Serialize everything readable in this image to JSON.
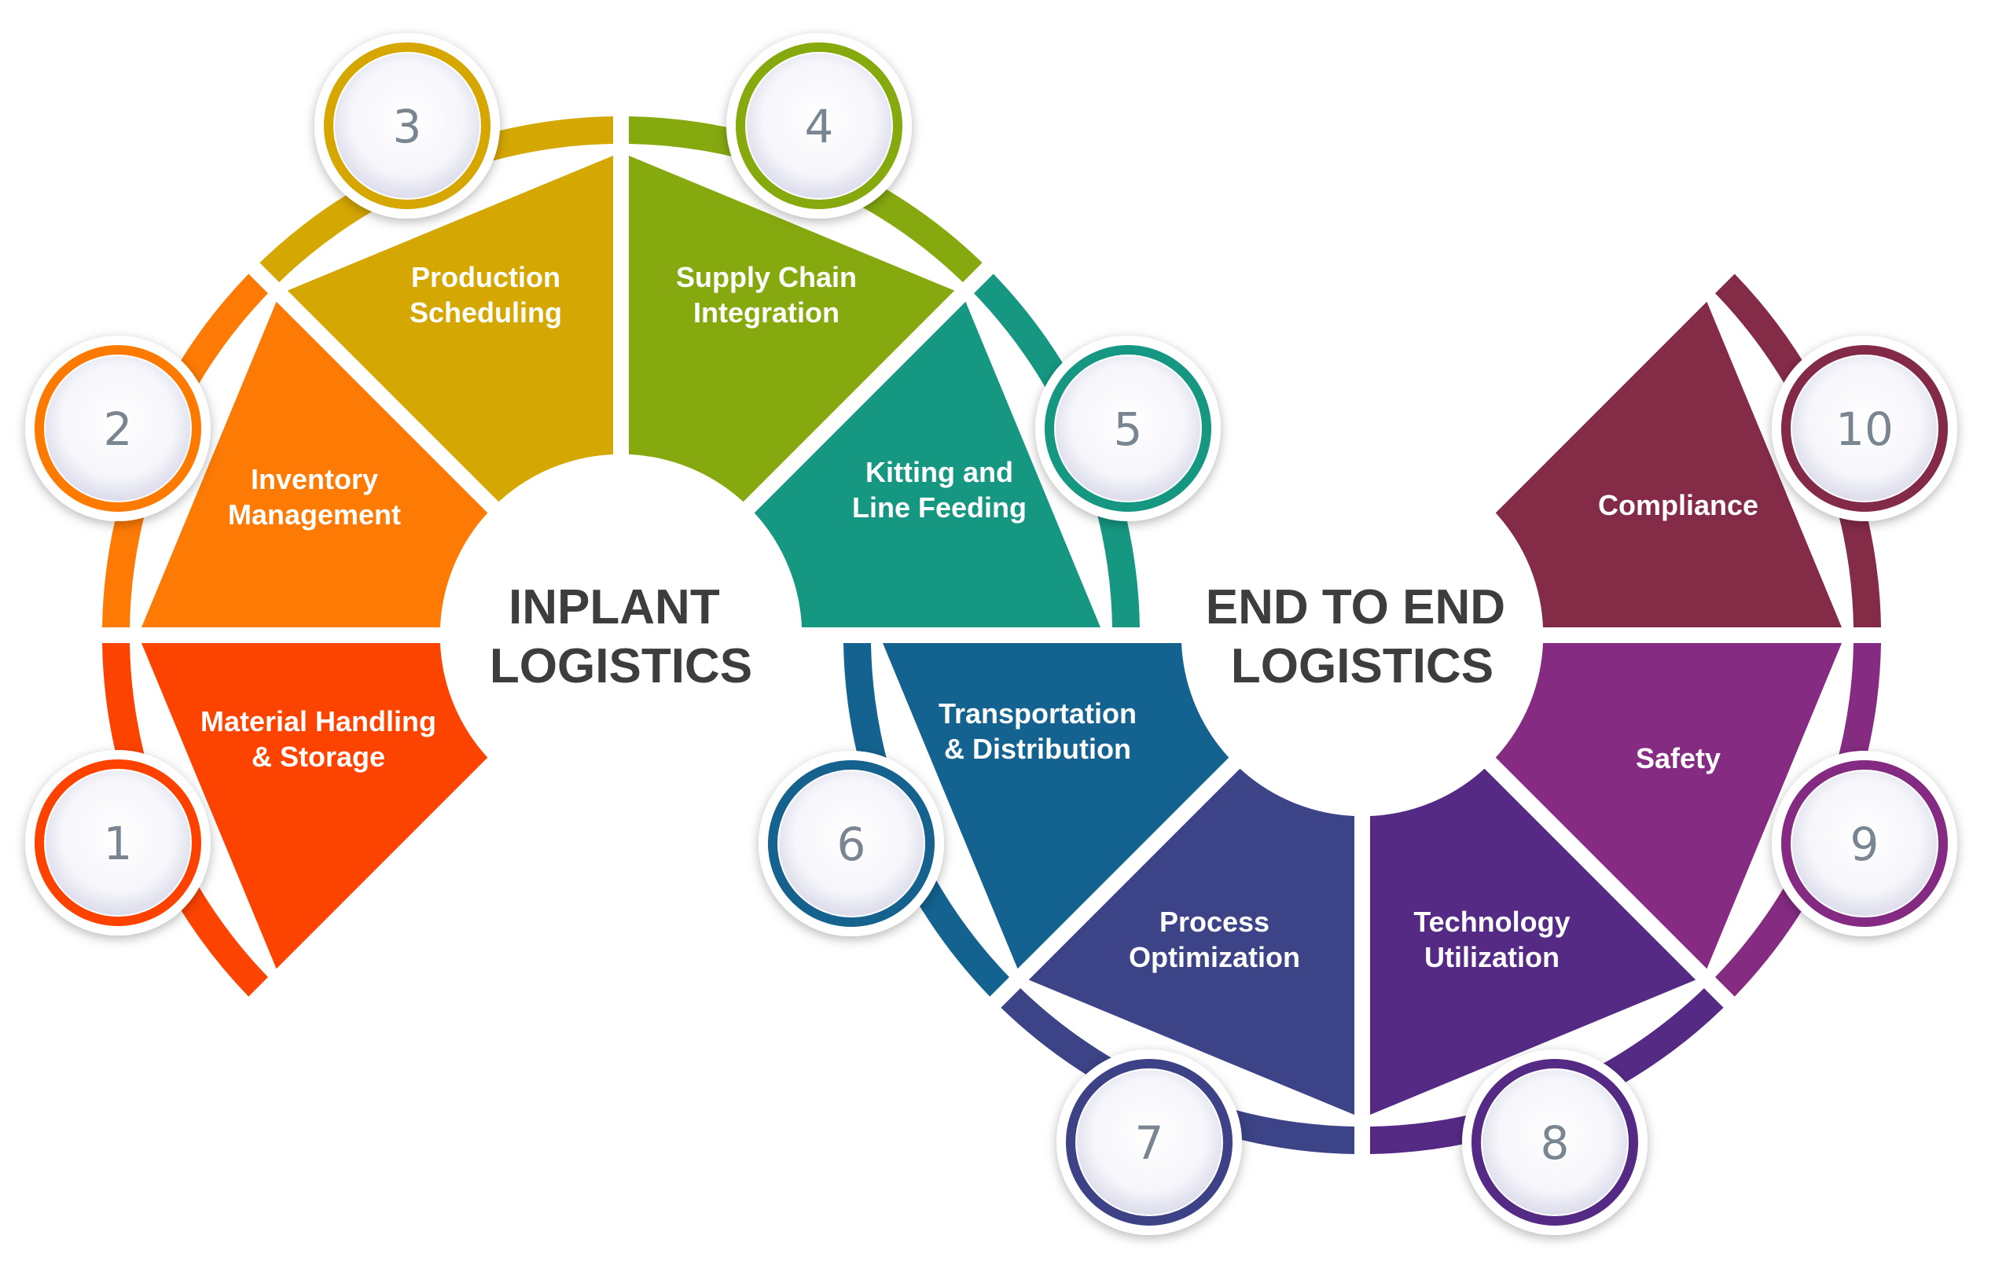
{
  "hubs": [
    {
      "lines": [
        "INPLANT",
        "LOGISTICS"
      ]
    },
    {
      "lines": [
        "END TO END",
        "LOGISTICS"
      ]
    }
  ],
  "segments": [
    {
      "number": "1",
      "lines": [
        "Material Handling",
        "& Storage"
      ],
      "color": "#fd4300"
    },
    {
      "number": "2",
      "lines": [
        "Inventory",
        "Management"
      ],
      "color": "#fd7a04"
    },
    {
      "number": "3",
      "lines": [
        "Production",
        "Scheduling"
      ],
      "color": "#d5a703"
    },
    {
      "number": "4",
      "lines": [
        "Supply Chain",
        "Integration"
      ],
      "color": "#86a910"
    },
    {
      "number": "5",
      "lines": [
        "Kitting and",
        "Line Feeding"
      ],
      "color": "#159781"
    },
    {
      "number": "6",
      "lines": [
        "Transportation",
        "& Distribution"
      ],
      "color": "#13628f"
    },
    {
      "number": "7",
      "lines": [
        "Process",
        "Optimization"
      ],
      "color": "#3c4386"
    },
    {
      "number": "8",
      "lines": [
        "Technology",
        "Utilization"
      ],
      "color": "#552a85"
    },
    {
      "number": "9",
      "lines": [
        "Safety"
      ],
      "color": "#852b82"
    },
    {
      "number": "10",
      "lines": [
        "Compliance"
      ],
      "color": "#842b48"
    }
  ]
}
